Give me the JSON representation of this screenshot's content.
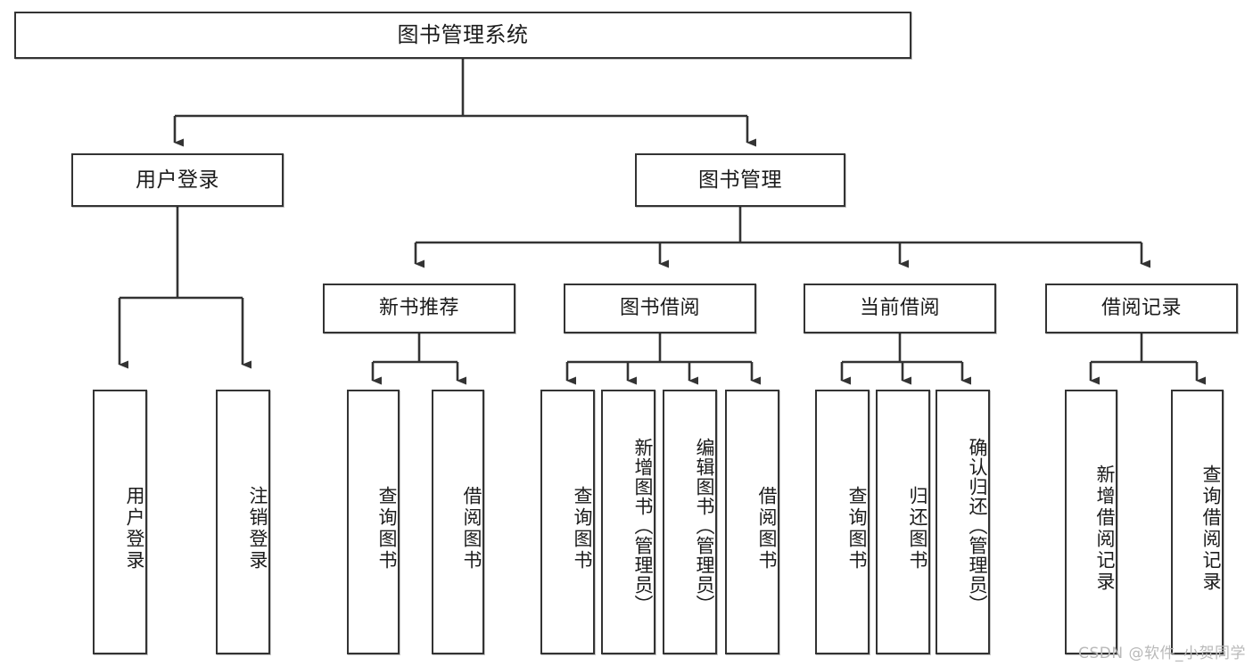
{
  "diagram": {
    "title": "图书管理系统",
    "type": "tree-hierarchy-chart",
    "watermark": "CSDN @软件_小贺同学",
    "colors": {
      "border": "#333333",
      "background": "#ffffff",
      "text": "#1b1b1b",
      "connector": "#333333",
      "watermark": "#b9b9b9"
    }
  },
  "nodes": {
    "root": {
      "label": "图书管理系统"
    },
    "level1": [
      {
        "id": "user-login",
        "label": "用户登录"
      },
      {
        "id": "book-management",
        "label": "图书管理"
      }
    ],
    "level2": [
      {
        "id": "new-book-recommend",
        "label": "新书推荐"
      },
      {
        "id": "book-borrow",
        "label": "图书借阅"
      },
      {
        "id": "current-borrow",
        "label": "当前借阅"
      },
      {
        "id": "borrow-record",
        "label": "借阅记录"
      }
    ],
    "leaves": {
      "user_login": [
        {
          "id": "leaf-user-login",
          "label": "用户登录"
        },
        {
          "id": "leaf-logout-login",
          "label": "注销登录"
        }
      ],
      "new_book_recommend": [
        {
          "id": "leaf-query-book-1",
          "label": "查询图书"
        },
        {
          "id": "leaf-borrow-book-1",
          "label": "借阅图书"
        }
      ],
      "book_borrow": [
        {
          "id": "leaf-query-book-2",
          "label": "查询图书"
        },
        {
          "id": "leaf-add-book",
          "label": "新增图书（管理员）"
        },
        {
          "id": "leaf-edit-book",
          "label": "编辑图书（管理员）"
        },
        {
          "id": "leaf-borrow-book-2",
          "label": "借阅图书"
        }
      ],
      "current_borrow": [
        {
          "id": "leaf-query-book-3",
          "label": "查询图书"
        },
        {
          "id": "leaf-return-book",
          "label": "归还图书"
        },
        {
          "id": "leaf-confirm-return",
          "label": "确认归还（管理员）"
        }
      ],
      "borrow_record": [
        {
          "id": "leaf-add-record",
          "label": "新增借阅记录"
        },
        {
          "id": "leaf-query-record",
          "label": "查询借阅记录"
        }
      ]
    }
  }
}
